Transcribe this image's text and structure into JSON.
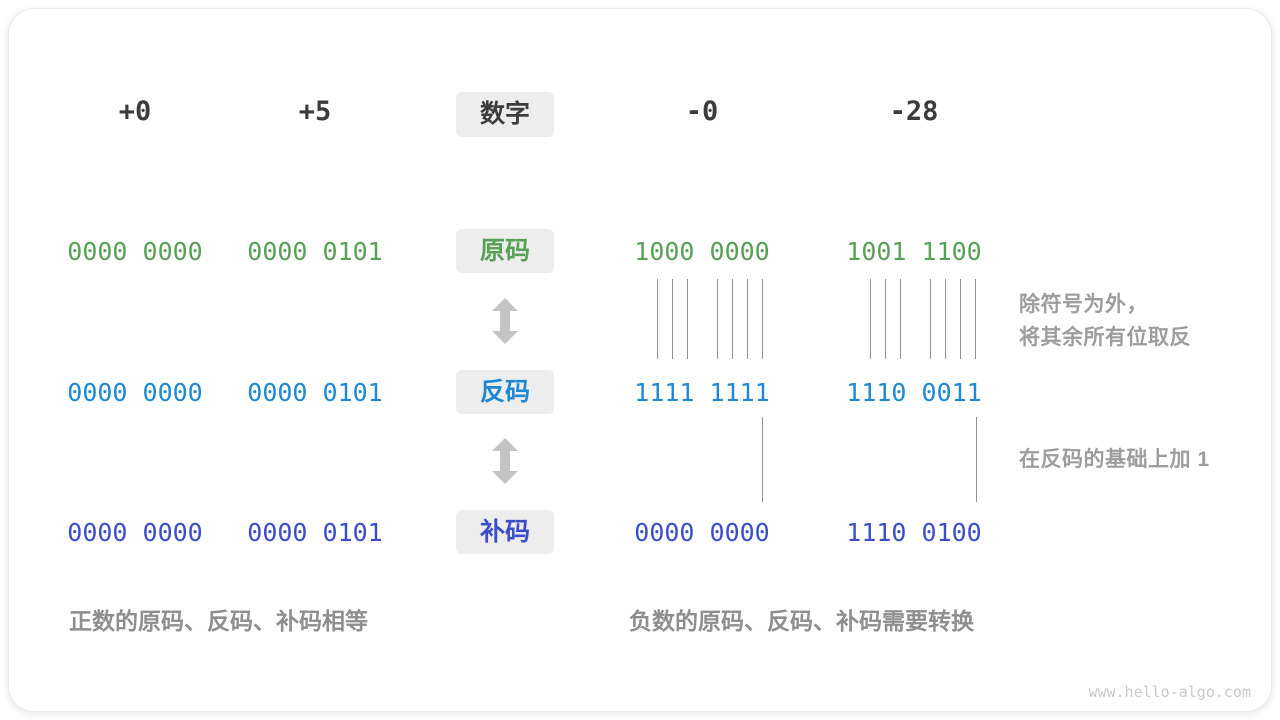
{
  "headers": {
    "pos_zero": "+0",
    "pos_five": "+5",
    "number_tag": "数字",
    "neg_zero": "-0",
    "neg_28": "-28"
  },
  "rows": [
    {
      "label": "原码",
      "color": "#57a157",
      "values": [
        "0000 0000",
        "0000 0101",
        "1000 0000",
        "1001 1100"
      ]
    },
    {
      "label": "反码",
      "color": "#1e88d2",
      "values": [
        "0000 0000",
        "0000 0101",
        "1111 1111",
        "1110 0011"
      ]
    },
    {
      "label": "补码",
      "color": "#3b4ec8",
      "values": [
        "0000 0000",
        "0000 0101",
        "0000 0000",
        "1110 0100"
      ]
    }
  ],
  "annotations": {
    "invert_line1": "除符号为外，",
    "invert_line2": "将其余所有位取反",
    "add_one": "在反码的基础上加 1"
  },
  "captions": {
    "positive": "正数的原码、反码、补码相等",
    "negative": "负数的原码、反码、补码需要转换"
  },
  "watermark": "www.hello-algo.com",
  "colors": {
    "sign_magnitude": "#57a157",
    "ones_complement": "#1e88d2",
    "twos_complement": "#3b4ec8",
    "tag_background": "#ededed",
    "header_text": "#3c3c3c",
    "annotation_gray": "#9d9d9d",
    "caption_gray": "#8e8e8e",
    "connector_line": "#929292",
    "arrow_gray": "#c4c4c4",
    "watermark_gray": "#c9c9c9"
  }
}
